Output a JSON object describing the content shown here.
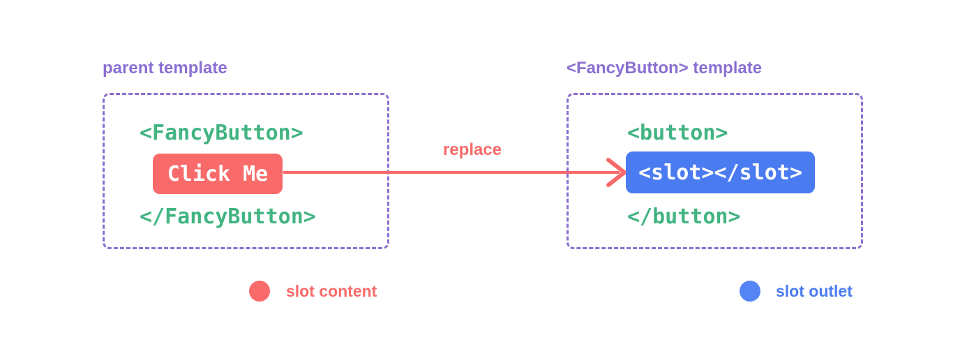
{
  "colors": {
    "purple": "#8a6fd1",
    "green": "#42b482",
    "red": "#f96b6b",
    "blue": "#4a7bf0",
    "blue_light": "#5585f5"
  },
  "left_panel": {
    "title": "parent template",
    "open_tag": "<FancyButton>",
    "slot_content_label": "Click Me",
    "close_tag": "</FancyButton>"
  },
  "arrow": {
    "label": "replace"
  },
  "right_panel": {
    "title": "<FancyButton> template",
    "open_tag": "<button>",
    "slot_outlet_code": "<slot></slot>",
    "close_tag": "</button>"
  },
  "legend": {
    "slot_content": "slot content",
    "slot_outlet": "slot outlet"
  }
}
